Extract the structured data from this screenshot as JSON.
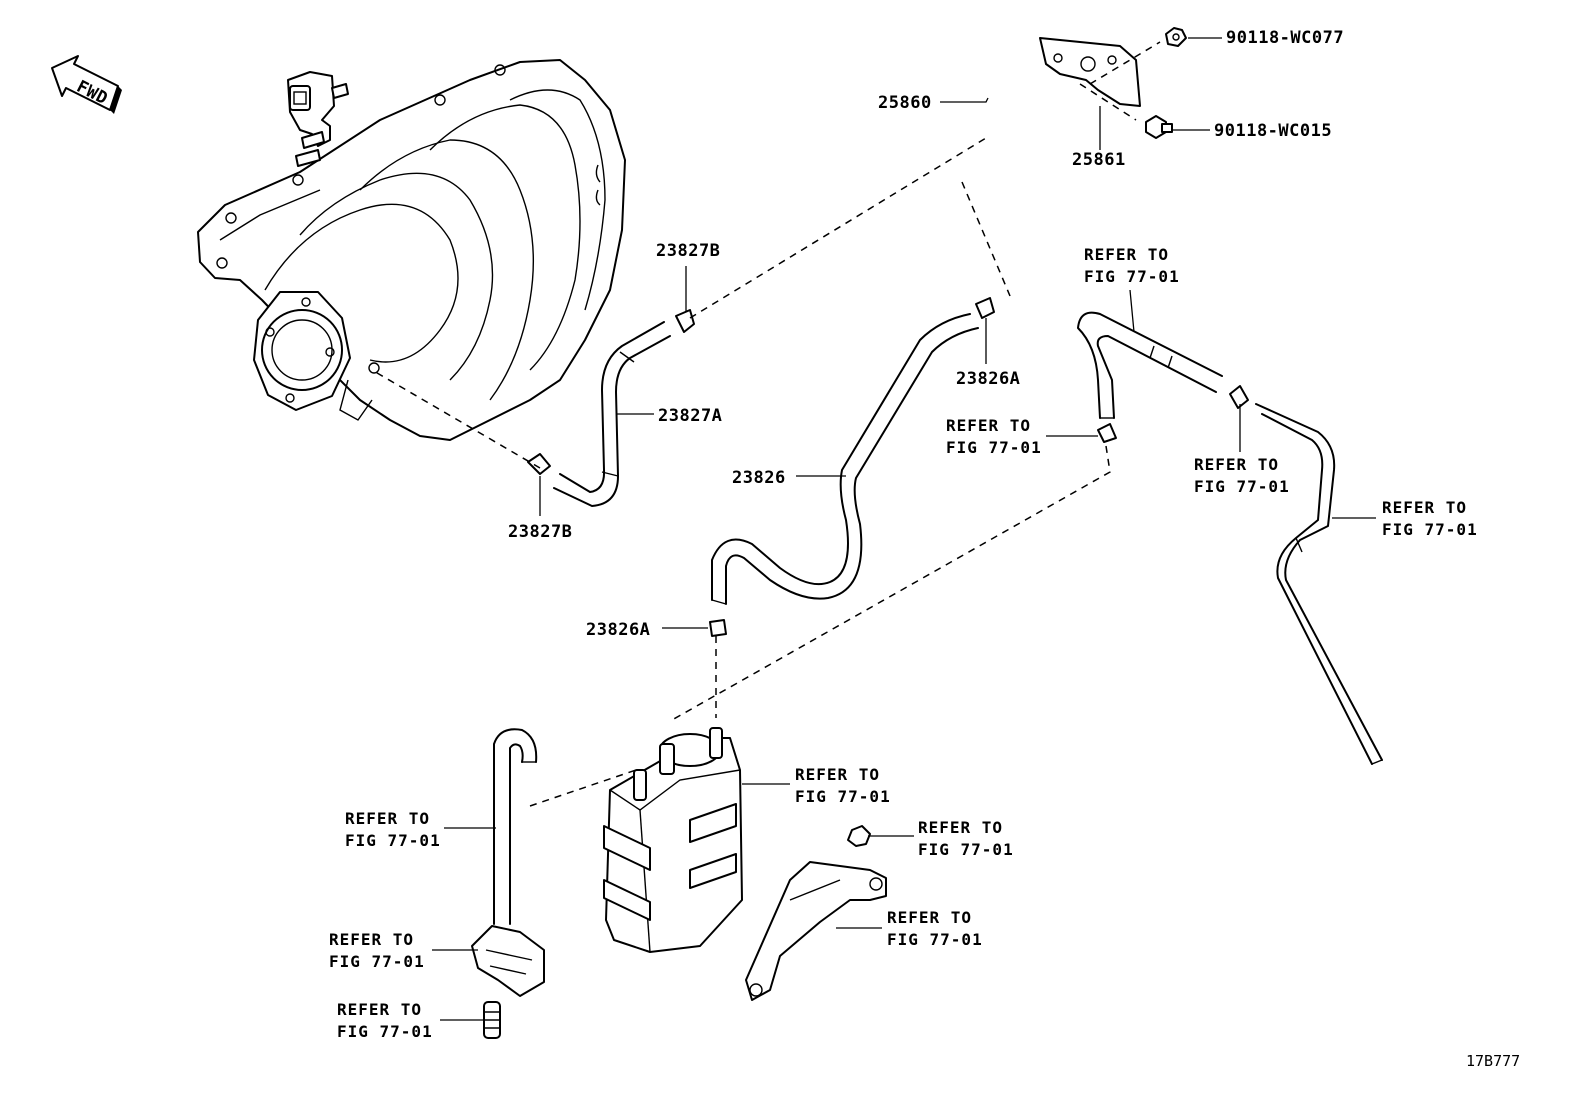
{
  "diagram": {
    "fwd_label": "FWD",
    "figure_id": "17B777",
    "parts": {
      "p25860": "25860",
      "p25861": "25861",
      "p90118_wc077": "90118-WC077",
      "p90118_wc015": "90118-WC015",
      "p23827b_top": "23827B",
      "p23827a": "23827A",
      "p23827b_bottom": "23827B",
      "p23826": "23826",
      "p23826a_right": "23826A",
      "p23826a_left": "23826A"
    },
    "refer_line1": "REFER TO",
    "refer_line2": "FIG 77-01"
  }
}
